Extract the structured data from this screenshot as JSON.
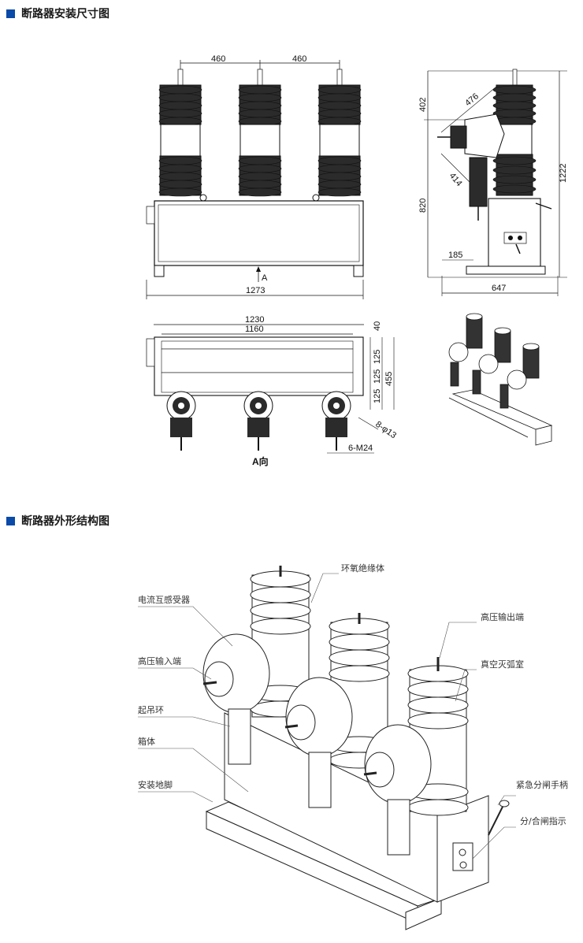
{
  "sections": {
    "install_dims_title": "断路器安装尺寸图",
    "structure_title": "断路器外形结构图"
  },
  "front_view": {
    "dim_spacing_1": "460",
    "dim_spacing_2": "460",
    "dim_total_width": "1273",
    "arrow_label": "A"
  },
  "side_view": {
    "dim_402": "402",
    "dim_476": "476",
    "dim_414": "414",
    "dim_1222": "1222",
    "dim_820": "820",
    "dim_185": "185",
    "dim_647": "647"
  },
  "a_view": {
    "dim_1230": "1230",
    "dim_1160": "1160",
    "dim_40": "40",
    "dim_125a": "125",
    "dim_125b": "125",
    "dim_125c": "125",
    "dim_455": "455",
    "hole_label_1": "8-φ13",
    "hole_label_2": "6-M24",
    "view_caption": "A向"
  },
  "callouts": {
    "epoxy_insulator": "环氧绝缘体",
    "current_transformer": "电流互感受器",
    "hv_output": "高压输出端",
    "hv_input": "高压输入端",
    "vacuum_chamber": "真空灭弧室",
    "lifting_ring": "起吊环",
    "housing": "箱体",
    "mounting_feet": "安装地脚",
    "emergency_handle": "紧急分闸手柄",
    "open_close_indicator": "分/合闸指示"
  }
}
